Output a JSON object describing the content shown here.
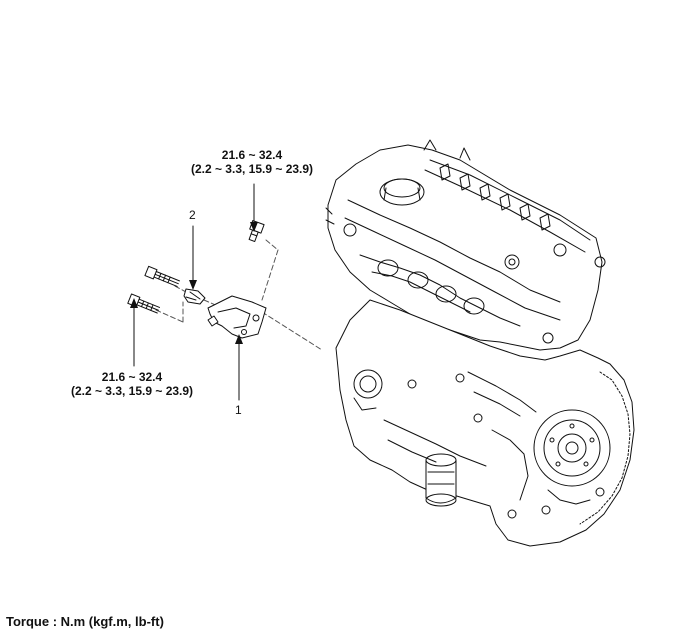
{
  "callouts": {
    "top_torque_value": "21.6 ~ 32.4",
    "top_torque_detail": "(2.2 ~ 3.3, 15.9 ~ 23.9)",
    "left_torque_value": "21.6 ~ 32.4",
    "left_torque_detail": "(2.2 ~ 3.3, 15.9 ~ 23.9)",
    "part_1": "1",
    "part_2": "2"
  },
  "footer": {
    "torque_note": "Torque : N.m (kgf.m, lb-ft)"
  }
}
